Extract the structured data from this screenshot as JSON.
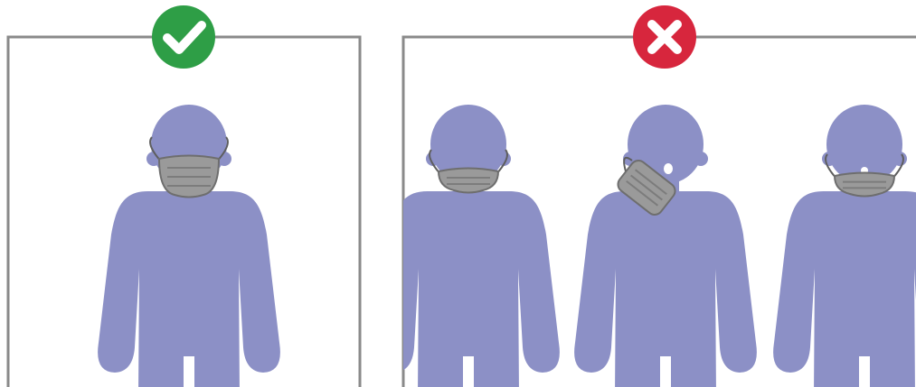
{
  "colors": {
    "figure": "#8C90C6",
    "mask": "#9A9A9A",
    "mask_outline": "#6E6E6E",
    "mask_pleat": "#7C7C7C",
    "ear_loop": "#5E5E5E",
    "frame": "#8A8A8A",
    "correct_badge": "#2E9E46",
    "incorrect_badge": "#D7263D",
    "badge_mark": "#FFFFFF",
    "background": "#FFFFFF"
  },
  "icons": {
    "correct": "checkmark-icon",
    "incorrect": "cross-icon"
  },
  "panels": [
    {
      "verdict": "correct",
      "figures": [
        {
          "mask_position": "over-mouth-and-nose"
        }
      ]
    },
    {
      "verdict": "incorrect",
      "figures": [
        {
          "mask_position": "under-chin"
        },
        {
          "mask_position": "hanging-from-one-ear"
        },
        {
          "mask_position": "below-nose"
        }
      ]
    }
  ]
}
